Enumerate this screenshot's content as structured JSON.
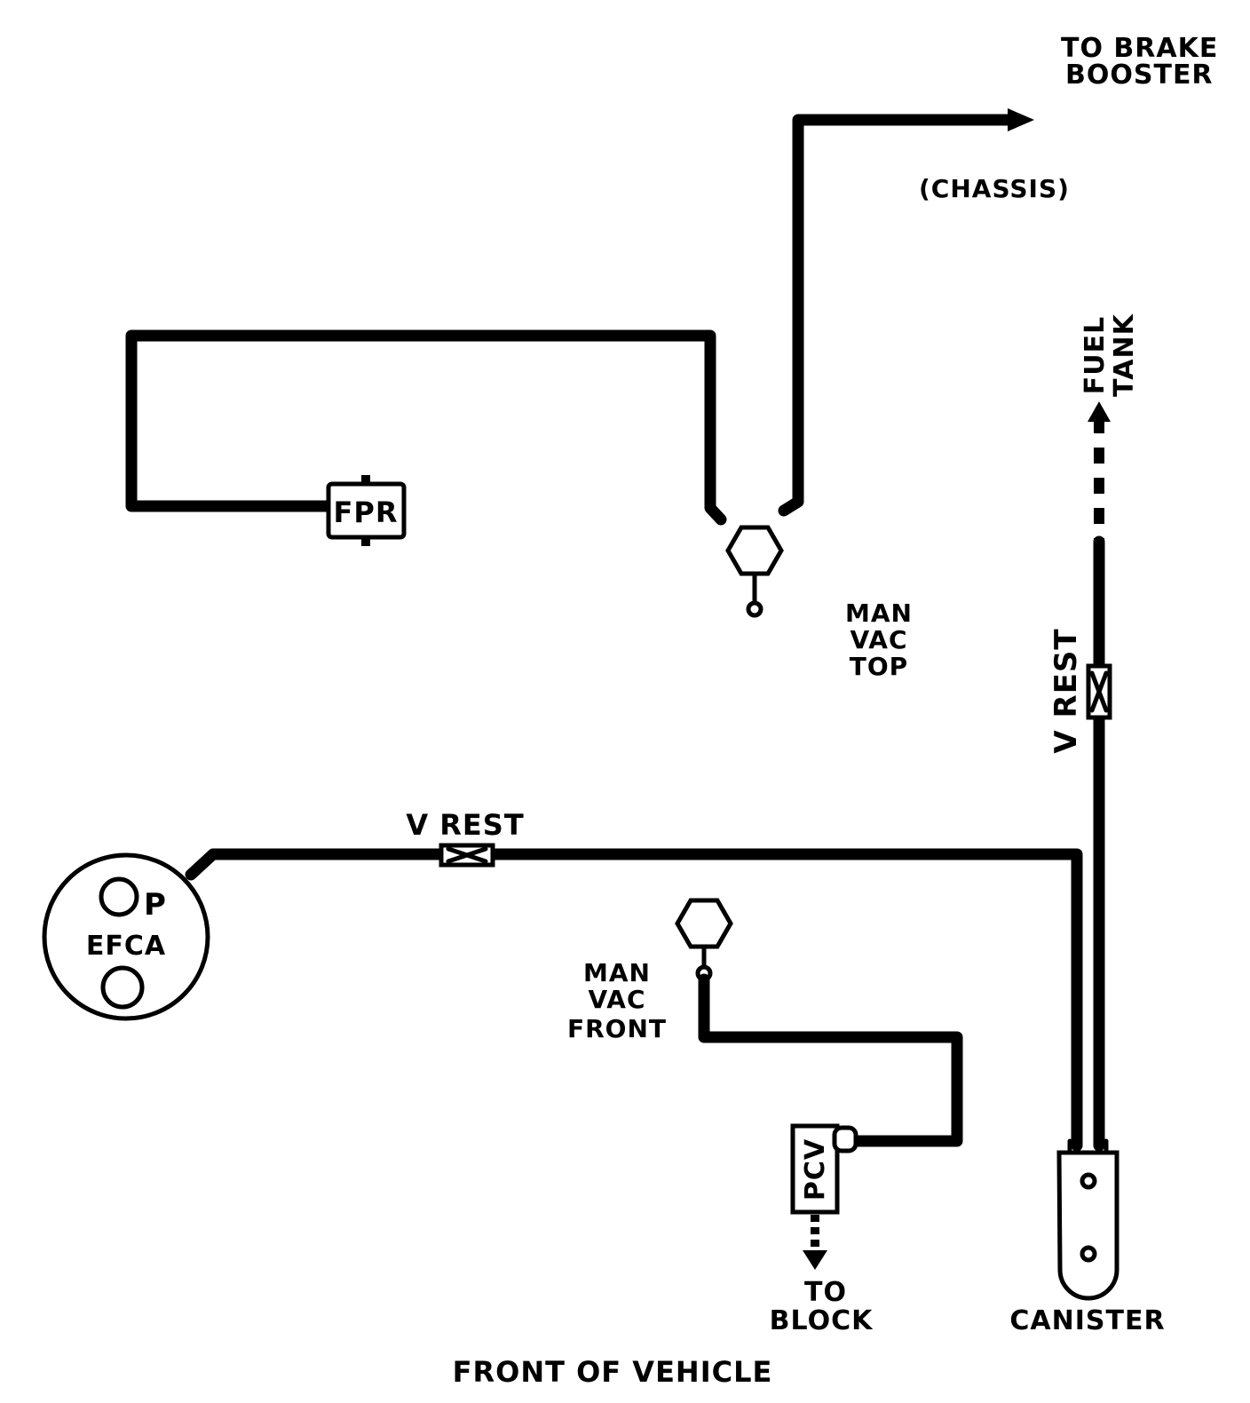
{
  "labels": {
    "to_brake_booster_line1": "TO BRAKE",
    "to_brake_booster_line2": "BOOSTER",
    "chassis": "(CHASSIS)",
    "fuel": "FUEL",
    "tank": "TANK",
    "fpr": "FPR",
    "man_vac_top_1": "MAN",
    "man_vac_top_2": "VAC",
    "man_vac_top_3": "TOP",
    "v_rest_vertical": "V REST",
    "v_rest_horizontal": "V REST",
    "efca_p": "P",
    "efca": "EFCA",
    "man_vac_front_1": "MAN",
    "man_vac_front_2": "VAC",
    "man_vac_front_3": "FRONT",
    "pcv": "PCV",
    "to_block_1": "TO",
    "to_block_2": "BLOCK",
    "canister": "CANISTER",
    "front_of_vehicle": "FRONT OF VEHICLE"
  },
  "icons": {
    "fitting": "hexagon-fitting-icon",
    "restrictor": "restrictor-icon",
    "flow": "arrow-icon"
  }
}
